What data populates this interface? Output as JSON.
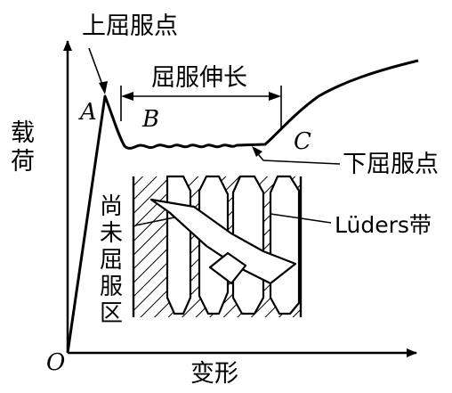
{
  "labels": {
    "upper_yield_point": "上屈服点",
    "yield_elongation": "屈服伸长",
    "lower_yield_point": "下屈服点",
    "luders_band": "Lüders带",
    "unyielded_region": [
      "尚",
      "未",
      "屈",
      "服",
      "区"
    ],
    "point_a": "A",
    "point_b": "B",
    "point_c": "C",
    "origin": "O"
  },
  "axes": {
    "x_label": "变形",
    "y_label": [
      "载",
      "荷"
    ]
  },
  "colors": {
    "ink": "#000000",
    "background": "#ffffff"
  }
}
